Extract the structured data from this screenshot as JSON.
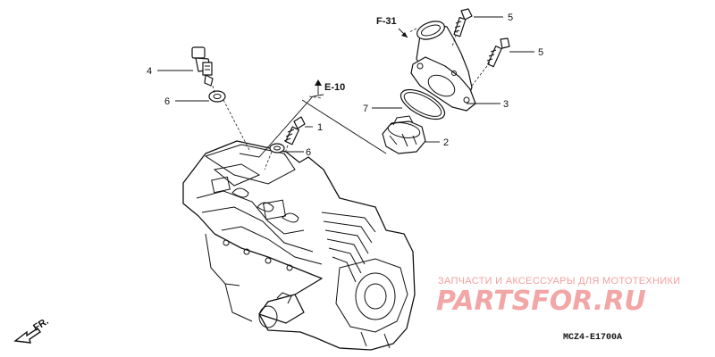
{
  "callouts": [
    {
      "id": "c2",
      "text": "2"
    },
    {
      "id": "c3",
      "text": "3"
    },
    {
      "id": "c4",
      "text": "4"
    },
    {
      "id": "c5a",
      "text": "5"
    },
    {
      "id": "c5b",
      "text": "5"
    },
    {
      "id": "c6a",
      "text": "6"
    },
    {
      "id": "c6b",
      "text": "6"
    },
    {
      "id": "c7",
      "text": "7"
    },
    {
      "id": "c1",
      "text": "1"
    }
  ],
  "refs": {
    "f31": "F-31",
    "e10": "E-10"
  },
  "front_label": "FR.",
  "diagram_code": "MCZ4-E1700А",
  "watermark": {
    "tagline": "ЗАПЧАСТИ И АКСЕССУАРЫ ДЛЯ МОТОТЕХНИКИ",
    "logo": "PARTSFOR.RU"
  },
  "colors": {
    "line": "#111111",
    "watermark": "#f2a6a6"
  }
}
